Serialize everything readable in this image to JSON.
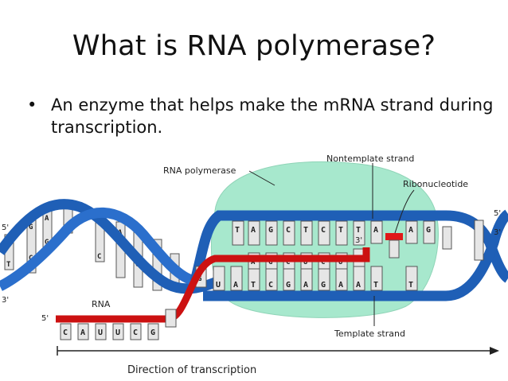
{
  "slide": {
    "title": "What is RNA polymerase?",
    "bullet_symbol": "•",
    "bullet_text": "An enzyme that helps make the mRNA strand during transcription."
  },
  "diagram": {
    "labels": {
      "rna_polymerase": "RNA polymerase",
      "nontemplate_strand": "Nontemplate strand",
      "ribonucleotide": "Ribonucleotide",
      "rna": "RNA",
      "template_strand": "Template strand",
      "direction": "Direction of transcription",
      "five_prime": "5'",
      "three_prime": "3'"
    },
    "bubble_top_bases": [
      "T",
      "A",
      "G",
      "C",
      "T",
      "C",
      "T",
      "T",
      "A",
      "A",
      "G"
    ],
    "bubble_bottom_bases": [
      "U",
      "A",
      "T",
      "C",
      "G",
      "A",
      "G",
      "A",
      "A",
      "T",
      "T"
    ],
    "rna_in_bubble": [
      "G",
      "A",
      "G",
      "C",
      "U",
      "C",
      "U",
      "U"
    ],
    "rna_tail_bases": [
      "C",
      "A",
      "U",
      "U",
      "C",
      "G"
    ],
    "left_helix_bases": [
      "G",
      "A",
      "T",
      "A",
      "C",
      "G",
      "G",
      "A",
      "G",
      "C"
    ],
    "colors": {
      "dna_strand": "#1f5fb6",
      "rna_strand": "#cc1111",
      "polymerase": "#a7e8cd",
      "ribonucleotide": "#e01818"
    }
  }
}
